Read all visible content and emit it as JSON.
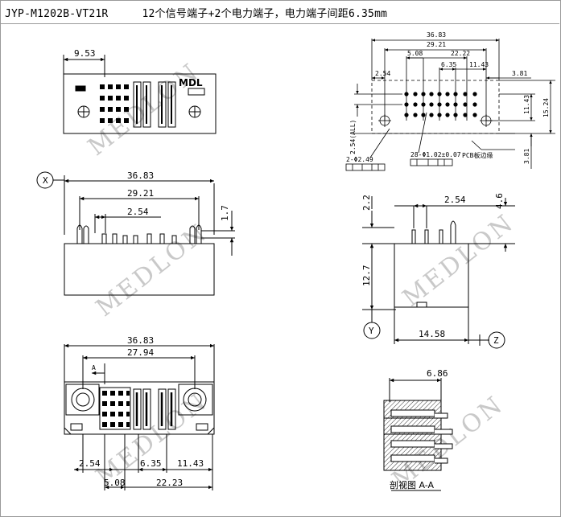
{
  "title": {
    "model": "JYP-M1202B-VT21R",
    "description": "12个信号端子+2个电力端子，电力端子间距6.35mm"
  },
  "watermark": "MEDLON",
  "logo_text": "MDL",
  "labels": {
    "view_x": "X",
    "view_y": "Y",
    "view_z": "Z",
    "section_a": "A",
    "section_caption": "剖视图 A-A",
    "pcb_edge": "PCB板边缘",
    "tol_hole": "28-Φ1.02±0.07",
    "tol_hole2": "2-Φ2.49",
    "pitch_all": "2.54(ALL)"
  },
  "dims": {
    "top_953": "9.53",
    "x_3683": "36.83",
    "x_2921": "29.21",
    "x_254": "2.54",
    "x_17": "1.7",
    "b_3683": "36.83",
    "b_2794": "27.94",
    "b_254": "2.54",
    "b_635": "6.35",
    "b_1143": "11.43",
    "b_508": "5.08",
    "b_2223": "22.23",
    "r_3683": "36.83",
    "r_2921": "29.21",
    "r_2222": "22.22",
    "r_508": "5.08",
    "r_635": "6.35",
    "r_1143": "11.43",
    "r_254": "2.54",
    "r_381": "3.81",
    "r_1143v": "11.43",
    "r_1524": "15.24",
    "r_381b": "3.81",
    "s_22": "2.2",
    "s_254": "2.54",
    "s_46": "4.6",
    "s_127": "12.7",
    "s_1458": "14.58",
    "c_686": "6.86"
  }
}
